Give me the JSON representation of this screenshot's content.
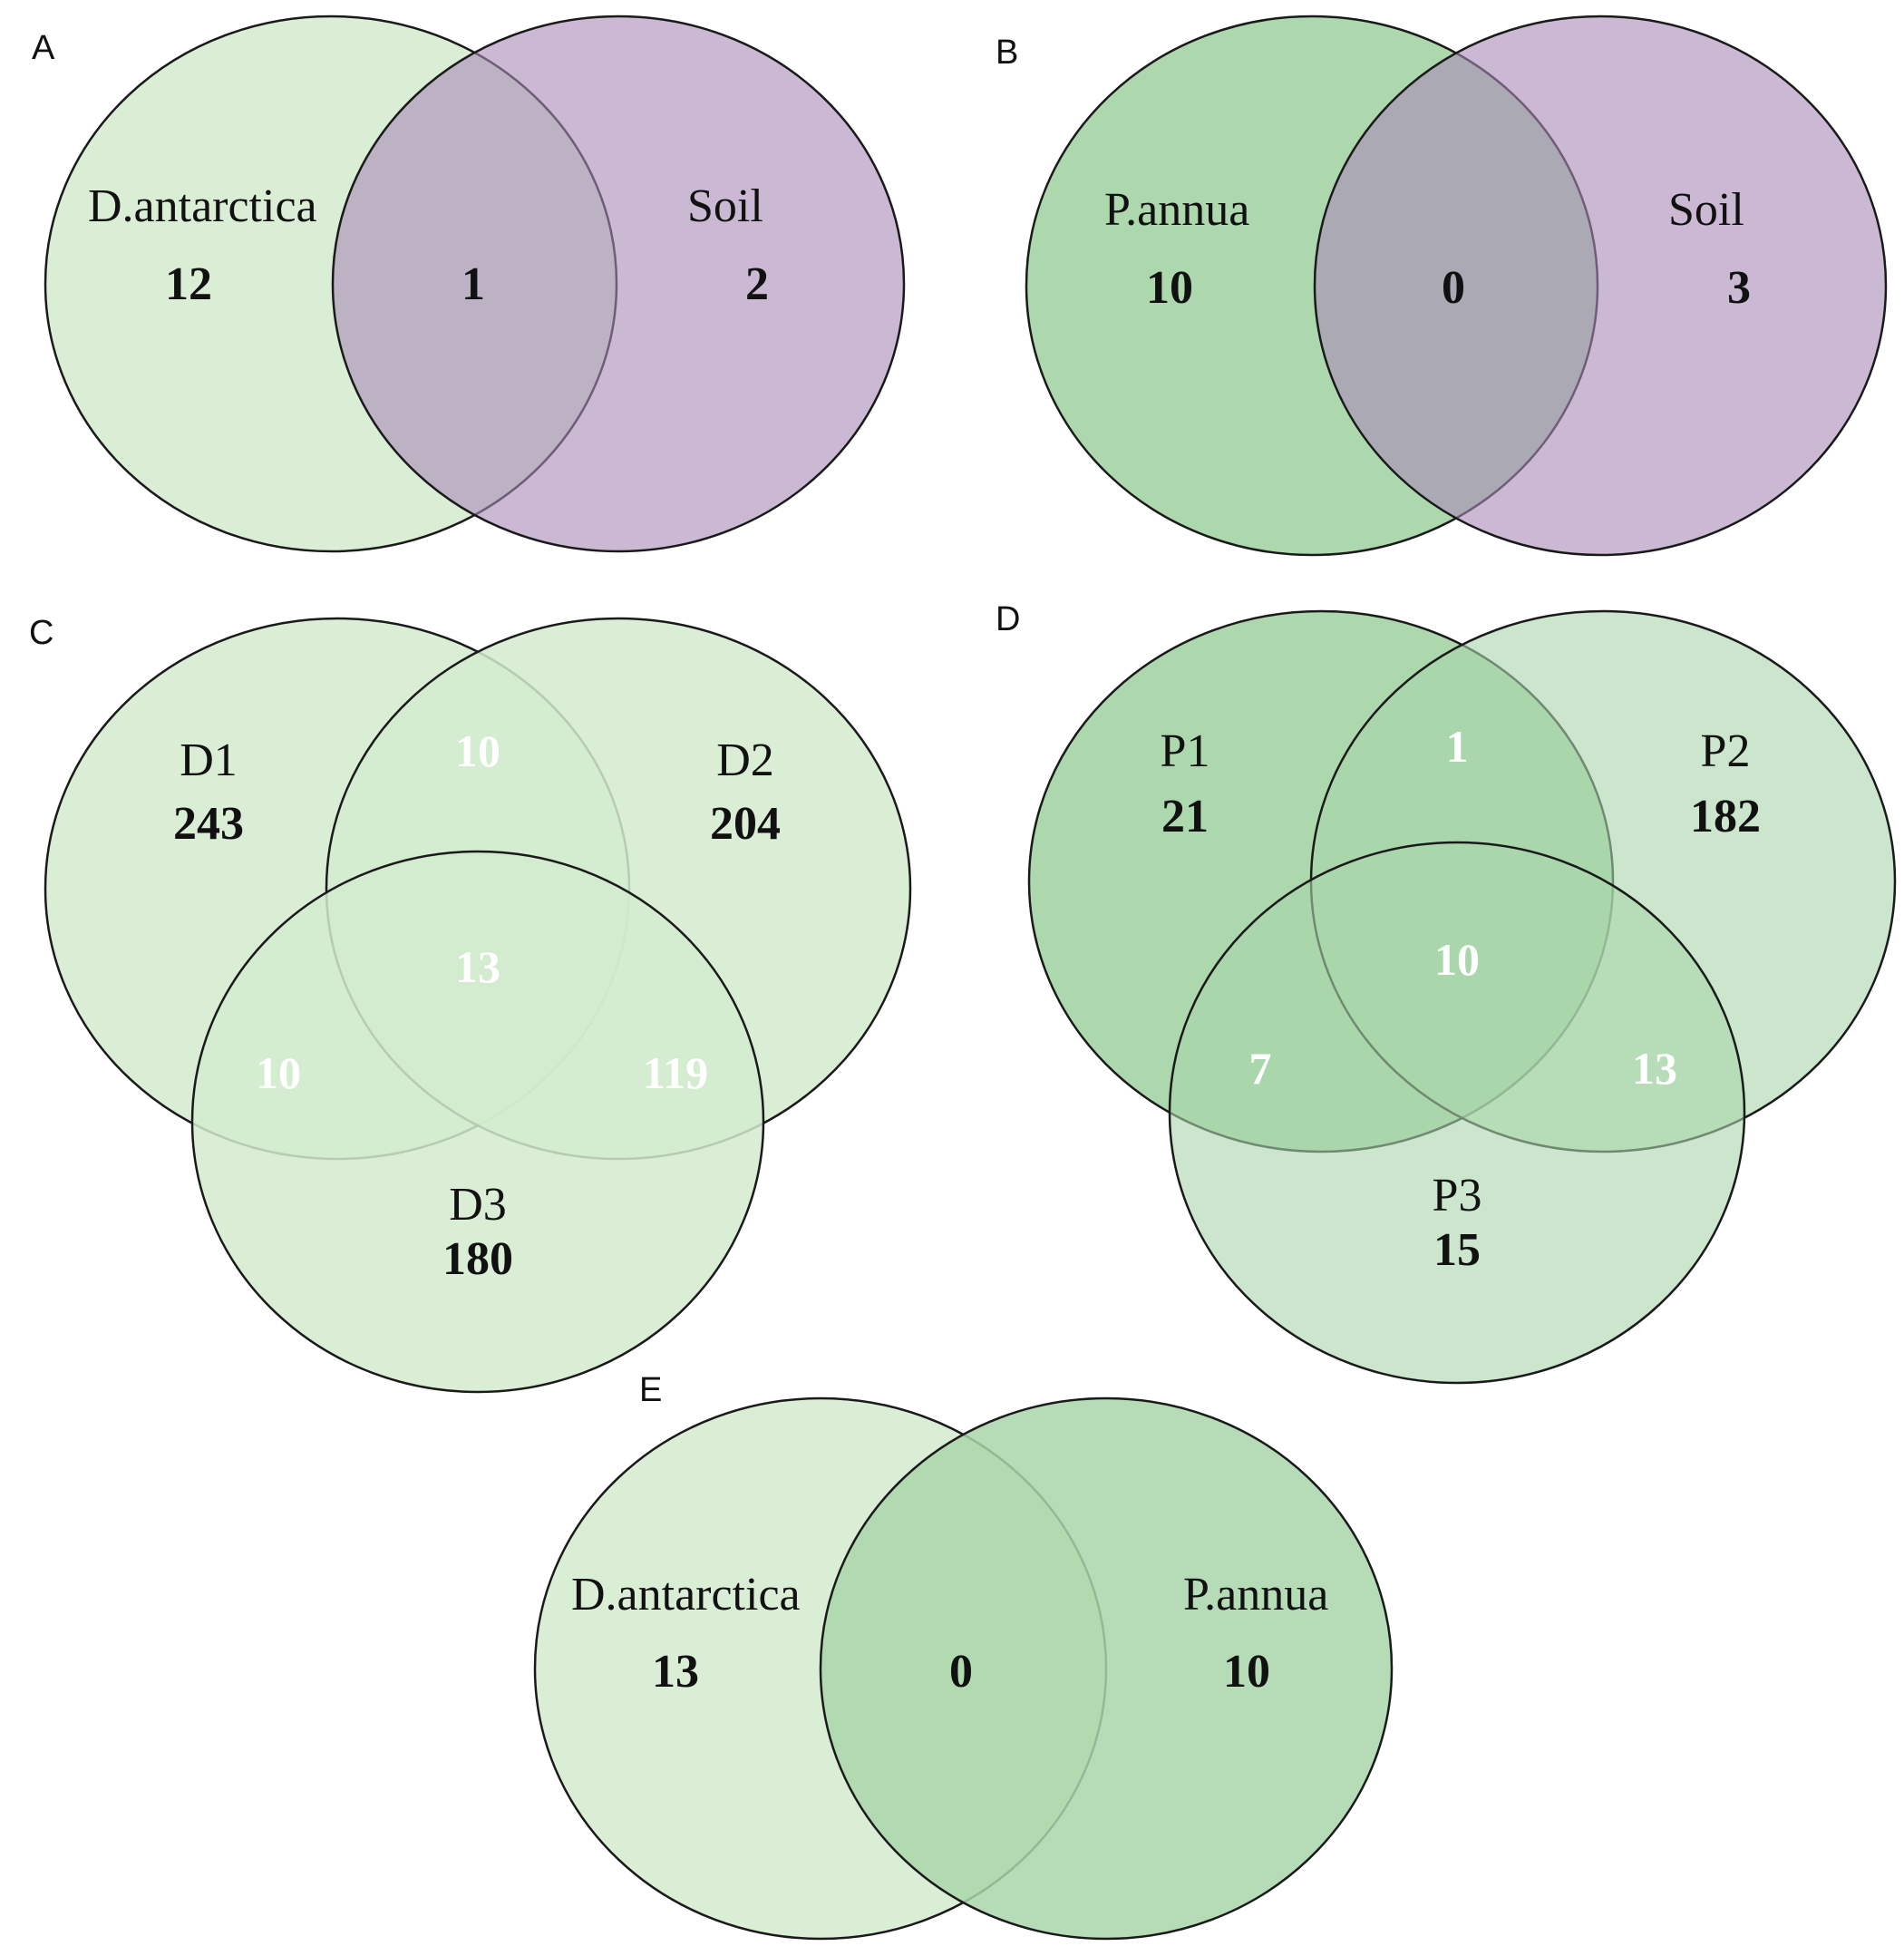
{
  "colors": {
    "light_green": "#d2ebce",
    "mid_green": "#a9d6aa",
    "purple": "#c9b4d3",
    "outline": "#1a1a1a"
  },
  "panels": {
    "A": {
      "letter": "A",
      "sets": [
        "D.antarctica",
        "Soil"
      ],
      "counts": {
        "left_only": "12",
        "both": "1",
        "right_only": "2"
      }
    },
    "B": {
      "letter": "B",
      "sets": [
        "P.annua",
        "Soil"
      ],
      "counts": {
        "left_only": "10",
        "both": "0",
        "right_only": "3"
      }
    },
    "C": {
      "letter": "C",
      "sets": [
        "D1",
        "D2",
        "D3"
      ],
      "counts": {
        "d1_only": "243",
        "d2_only": "204",
        "d3_only": "180",
        "d1_d2": "10",
        "d1_d3": "10",
        "d2_d3": "119",
        "all": "13"
      }
    },
    "D": {
      "letter": "D",
      "sets": [
        "P1",
        "P2",
        "P3"
      ],
      "counts": {
        "p1_only": "21",
        "p2_only": "182",
        "p3_only": "15",
        "p1_p2": "1",
        "p1_p3": "7",
        "p2_p3": "13",
        "all": "10"
      }
    },
    "E": {
      "letter": "E",
      "sets": [
        "D.antarctica",
        "P.annua"
      ],
      "counts": {
        "left_only": "13",
        "both": "0",
        "right_only": "10"
      }
    }
  }
}
